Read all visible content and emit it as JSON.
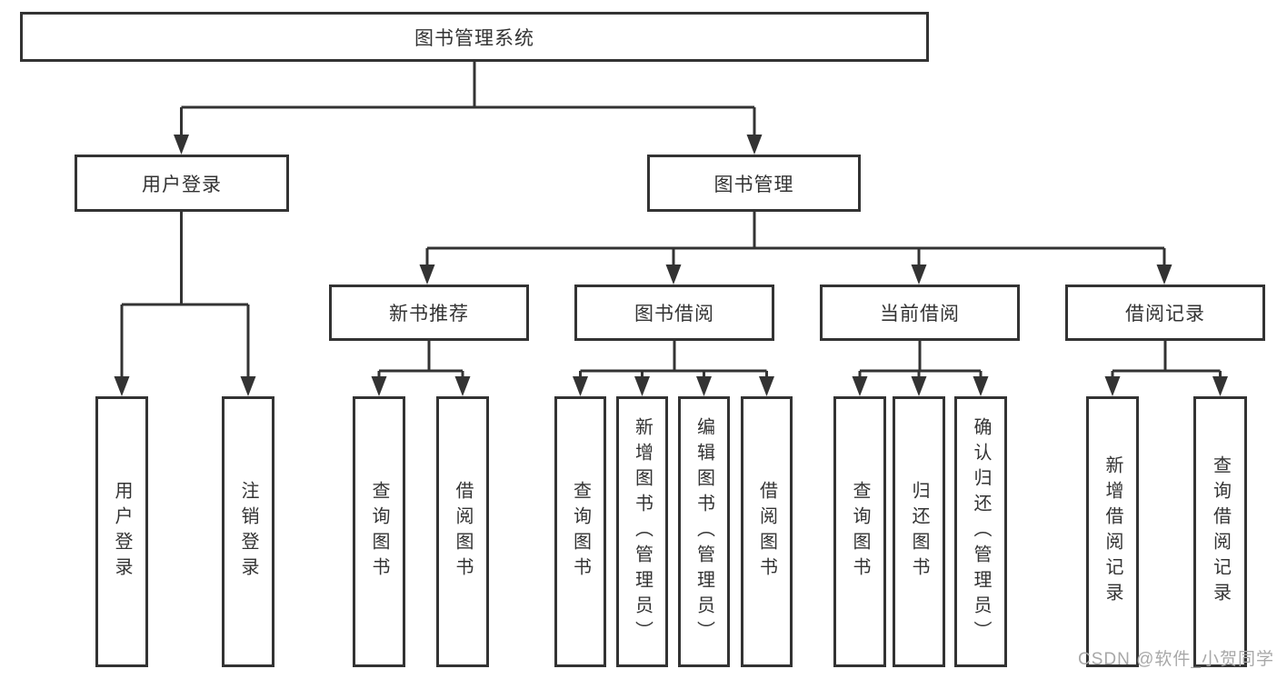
{
  "tree": {
    "label": "图书管理系统",
    "children": [
      {
        "label": "用户登录",
        "children": [
          {
            "label": "用户登录"
          },
          {
            "label": "注销登录"
          }
        ]
      },
      {
        "label": "图书管理",
        "children": [
          {
            "label": "新书推荐",
            "children": [
              {
                "label": "查询图书"
              },
              {
                "label": "借阅图书"
              }
            ]
          },
          {
            "label": "图书借阅",
            "children": [
              {
                "label": "查询图书"
              },
              {
                "label": "新增图书（管理员）"
              },
              {
                "label": "编辑图书（管理员）"
              },
              {
                "label": "借阅图书"
              }
            ]
          },
          {
            "label": "当前借阅",
            "children": [
              {
                "label": "查询图书"
              },
              {
                "label": "归还图书"
              },
              {
                "label": "确认归还（管理员）"
              }
            ]
          },
          {
            "label": "借阅记录",
            "children": [
              {
                "label": "新增借阅记录"
              },
              {
                "label": "查询借阅记录"
              }
            ]
          }
        ]
      }
    ]
  },
  "watermark": {
    "text": "CSDN @软件_小贺同学"
  },
  "colors": {
    "line": "#333333",
    "box_border": "#333333",
    "box_background": "#ffffff",
    "text": "#333333",
    "watermark_text": "#a8a8a8"
  }
}
